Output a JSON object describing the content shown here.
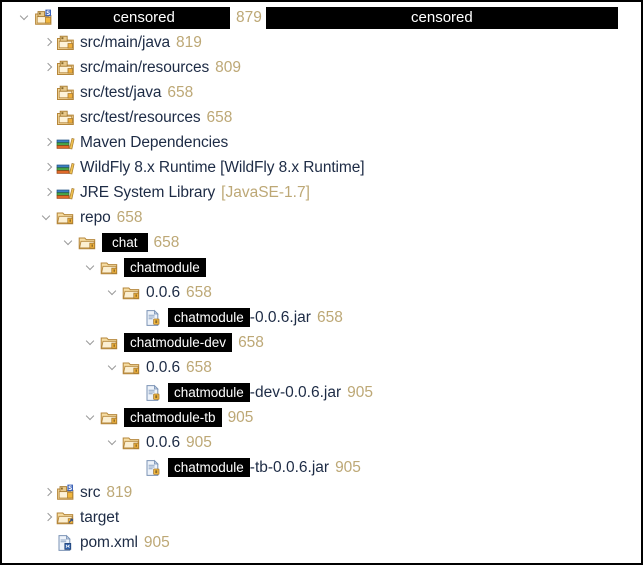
{
  "panel": {
    "name": "eclipse-package-explorer-tree",
    "border_color": "#000000",
    "background": "#ffffff",
    "text_color": "#1d2b45",
    "number_color": "#bda876",
    "censor_color": "#000000"
  },
  "rows": [
    {
      "id": "project-root",
      "indent": 0,
      "twisty": "expanded",
      "icon": "java-project-icon",
      "label": "",
      "censor": "censored",
      "number": "879",
      "censor2": "censored",
      "type": "project"
    },
    {
      "id": "src-main-java",
      "indent": 1,
      "twisty": "collapsed",
      "icon": "source-folder-icon",
      "label": "src/main/java",
      "number": "819",
      "type": "source-folder"
    },
    {
      "id": "src-main-resources",
      "indent": 1,
      "twisty": "collapsed",
      "icon": "source-folder-icon",
      "label": "src/main/resources",
      "number": "809",
      "type": "source-folder"
    },
    {
      "id": "src-test-java",
      "indent": 1,
      "twisty": "none",
      "icon": "source-folder-icon",
      "label": "src/test/java",
      "number": "658",
      "type": "source-folder"
    },
    {
      "id": "src-test-resources",
      "indent": 1,
      "twisty": "none",
      "icon": "source-folder-icon",
      "label": "src/test/resources",
      "number": "658",
      "type": "source-folder"
    },
    {
      "id": "maven-dependencies",
      "indent": 1,
      "twisty": "collapsed",
      "icon": "library-icon",
      "label": "Maven Dependencies",
      "number": "",
      "type": "library"
    },
    {
      "id": "wildfly-runtime",
      "indent": 1,
      "twisty": "collapsed",
      "icon": "library-icon",
      "label": "WildFly 8.x Runtime [WildFly 8.x Runtime]",
      "number": "",
      "type": "library"
    },
    {
      "id": "jre-system-library",
      "indent": 1,
      "twisty": "collapsed",
      "icon": "library-icon",
      "label": "JRE System Library",
      "dim": "[JavaSE-1.7]",
      "number": "",
      "type": "library"
    },
    {
      "id": "repo",
      "indent": 1,
      "twisty": "expanded",
      "icon": "folder-icon",
      "label": "repo",
      "number": "658",
      "type": "folder"
    },
    {
      "id": "repo-chat",
      "indent": 2,
      "twisty": "expanded",
      "icon": "folder-icon",
      "label": "",
      "censor": "chat",
      "number": "658",
      "type": "folder"
    },
    {
      "id": "repo-chat-chatmodule",
      "indent": 3,
      "twisty": "expanded",
      "icon": "folder-icon",
      "label": "",
      "censor": "chatmodule",
      "number": "",
      "type": "folder"
    },
    {
      "id": "repo-chat-chatmodule-006",
      "indent": 4,
      "twisty": "expanded",
      "icon": "folder-icon",
      "label": "0.0.6",
      "number": "658",
      "type": "folder"
    },
    {
      "id": "chatmodule-0-0-6-jar",
      "indent": 5,
      "twisty": "none",
      "icon": "jar-file-icon",
      "censor": "chatmodule",
      "jarname": "-0.0.6.jar",
      "number": "658",
      "type": "jar"
    },
    {
      "id": "repo-chat-chatmodule-dev",
      "indent": 3,
      "twisty": "expanded",
      "icon": "folder-icon",
      "label": "",
      "censor": "chatmodule-dev",
      "number": "658",
      "type": "folder"
    },
    {
      "id": "repo-chat-chatmodule-dev-006",
      "indent": 4,
      "twisty": "expanded",
      "icon": "folder-icon",
      "label": "0.0.6",
      "number": "658",
      "type": "folder"
    },
    {
      "id": "chatmodule-dev-0-0-6-jar",
      "indent": 5,
      "twisty": "none",
      "icon": "jar-file-icon",
      "censor": "chatmodule",
      "jarname": "-dev-0.0.6.jar",
      "number": "905",
      "type": "jar"
    },
    {
      "id": "repo-chat-chatmodule-tb",
      "indent": 3,
      "twisty": "expanded",
      "icon": "folder-icon",
      "label": "",
      "censor": "chatmodule-tb",
      "number": "905",
      "type": "folder"
    },
    {
      "id": "repo-chat-chatmodule-tb-006",
      "indent": 4,
      "twisty": "expanded",
      "icon": "folder-icon",
      "label": "0.0.6",
      "number": "905",
      "type": "folder"
    },
    {
      "id": "chatmodule-tb-0-0-6-jar",
      "indent": 5,
      "twisty": "none",
      "icon": "jar-file-icon",
      "censor": "chatmodule",
      "jarname": "-tb-0.0.6.jar",
      "number": "905",
      "type": "jar"
    },
    {
      "id": "src",
      "indent": 1,
      "twisty": "collapsed",
      "icon": "java-project-icon",
      "label": "src",
      "number": "819",
      "type": "project"
    },
    {
      "id": "target",
      "indent": 1,
      "twisty": "collapsed",
      "icon": "folder-link-icon",
      "label": "target",
      "number": "",
      "type": "folder"
    },
    {
      "id": "pom-xml",
      "indent": 1,
      "twisty": "none",
      "icon": "xml-file-icon",
      "label": "pom.xml",
      "number": "905",
      "type": "file"
    }
  ]
}
